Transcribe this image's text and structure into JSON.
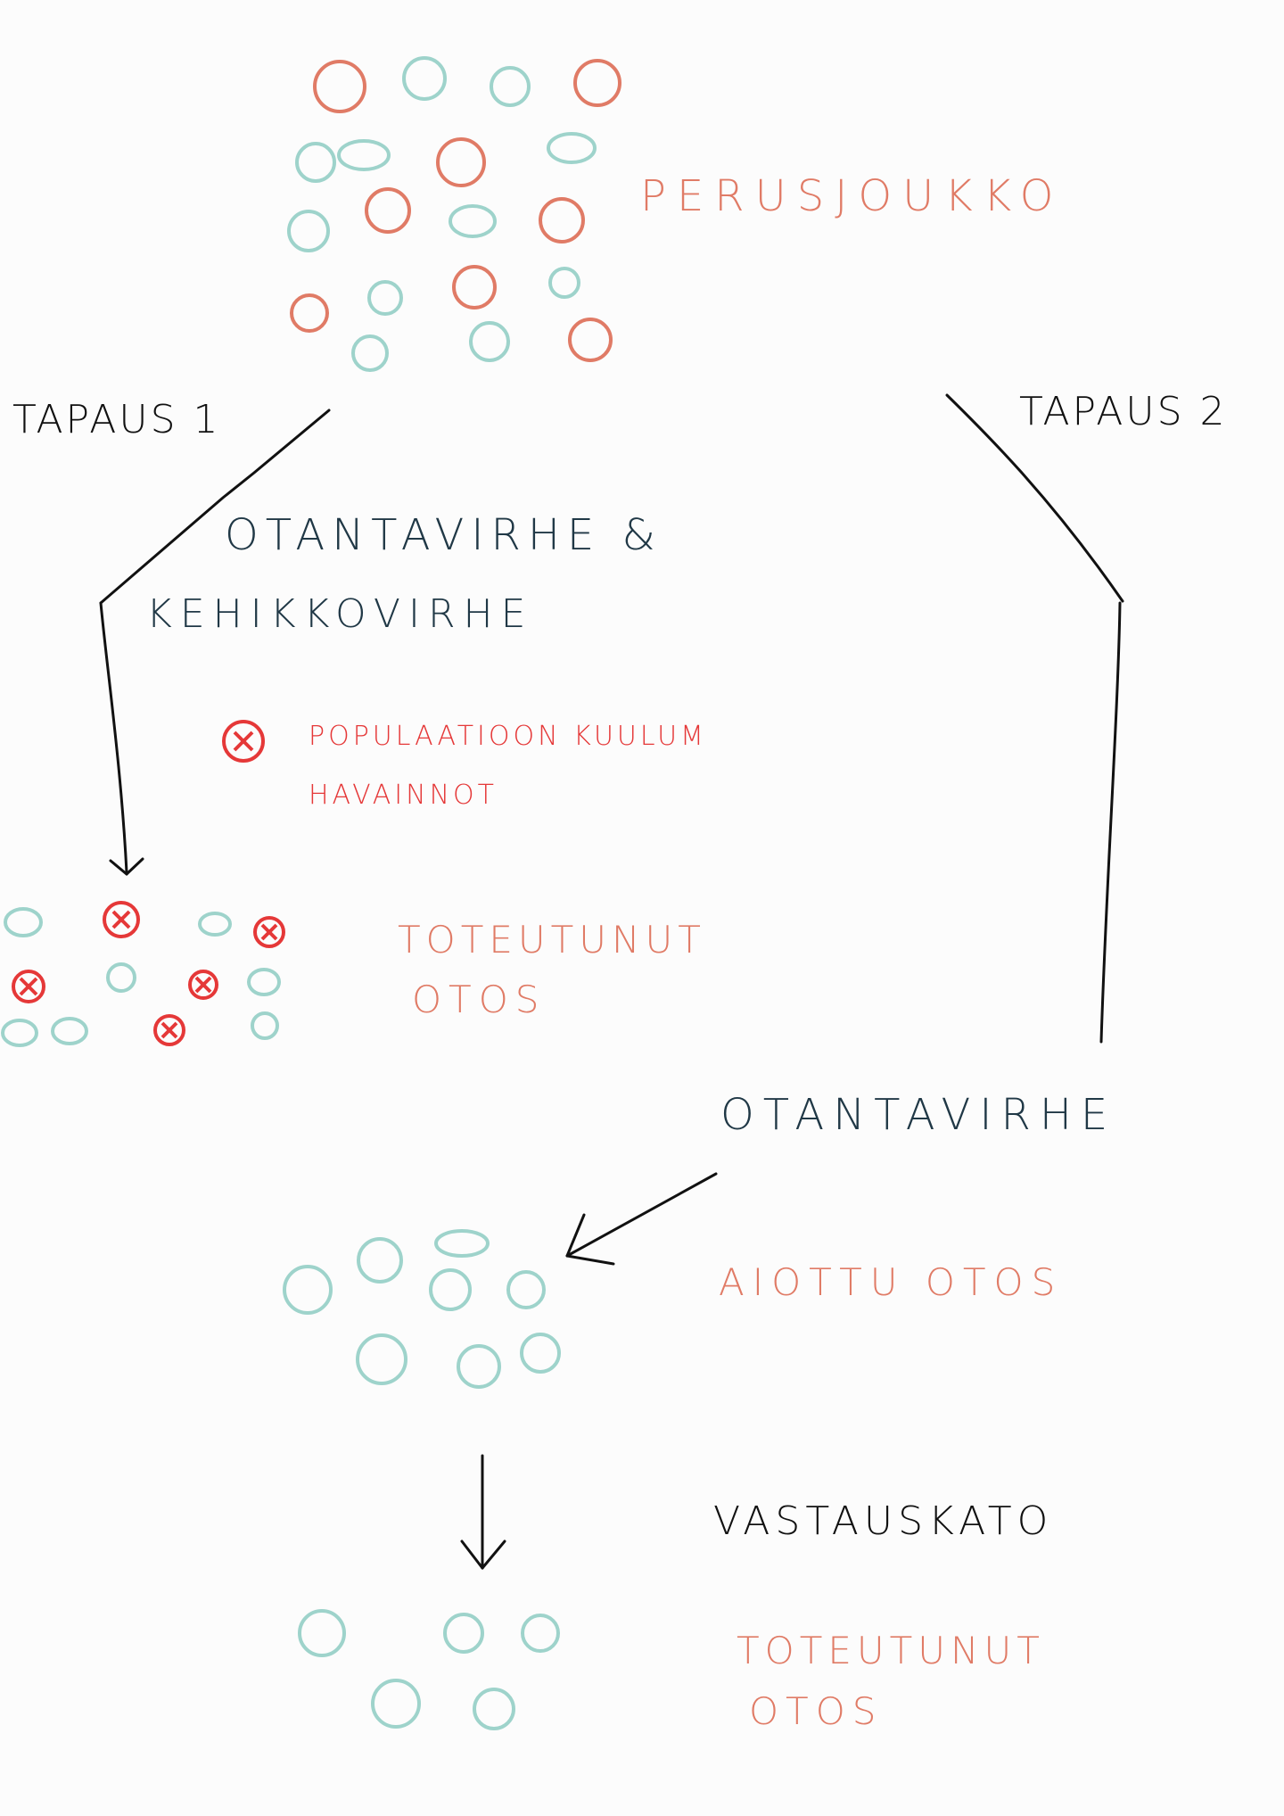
{
  "labels": {
    "perusjoukko": "PERUSJOUKKO",
    "tapaus1": "TAPAUS 1",
    "tapaus2": "TAPAUS 2",
    "otantavirhe_top": "OTANTAVIRHE &",
    "kehikkovirhe": "KEHIKKOVIRHE",
    "populaatio_line1": "POPULAATIOON KUULUM",
    "populaatio_line2": "HAVAINNOT",
    "toteutunut_1": "TOTEUTUNUT",
    "otos_1": "OTOS",
    "otantavirhe_right": "OTANTAVIRHE",
    "aiottu_otos": "AIOTTU   OTOS",
    "vastauskato": "VASTAUSKATO",
    "toteutunut_2": "TOTEUTUNUT",
    "otos_2": "OTOS"
  },
  "colors": {
    "salmon": "#e07b66",
    "teal": "#9ed3cb",
    "dark": "#203846",
    "red": "#e53838",
    "background": "#fcfcfc"
  },
  "icons": {
    "excluded_marker": "circled-x-icon",
    "arrow": "arrow-down-icon"
  }
}
